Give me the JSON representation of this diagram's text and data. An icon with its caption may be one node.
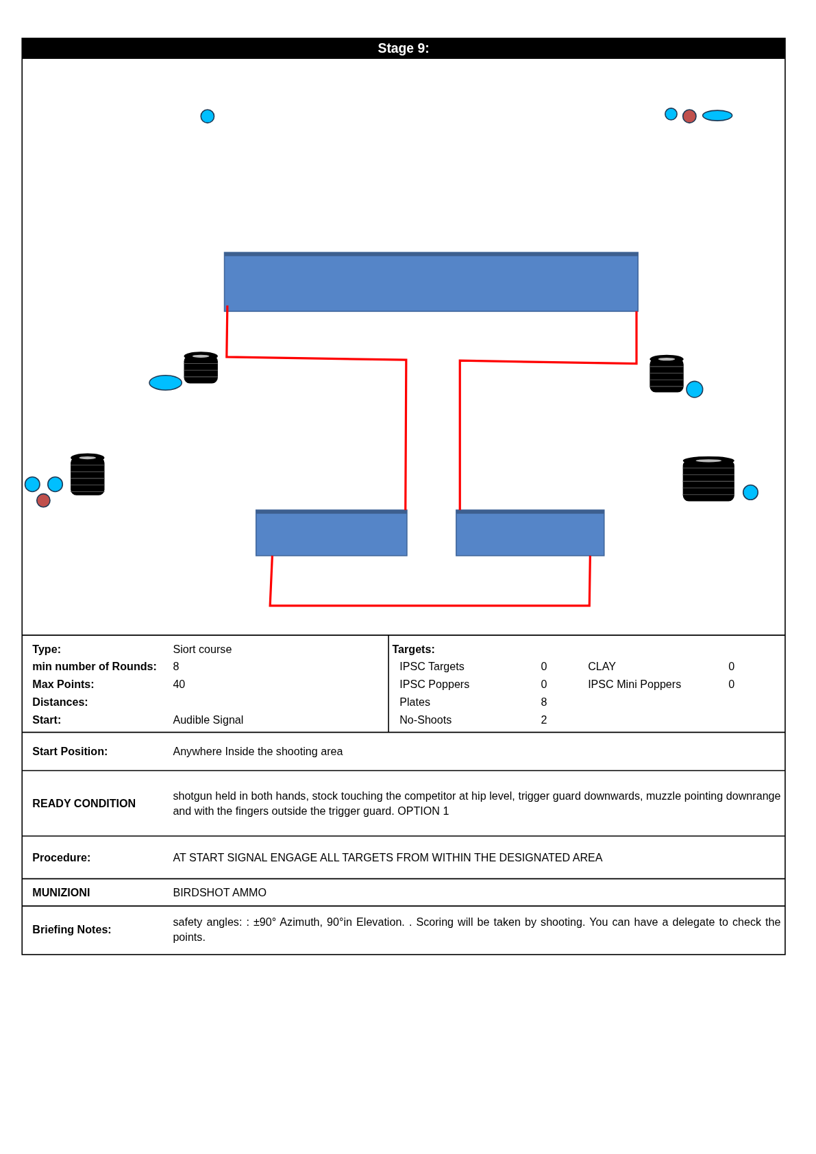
{
  "diagram": {
    "title": "Stage 9:",
    "labels": [
      "Type:",
      "Siort course",
      "Targets:",
      "min number of Rounds:",
      "8",
      "IPSC Targets",
      "0",
      "CLAY",
      "0",
      "Max Points:",
      "40",
      "IPSC Poppers",
      "0",
      "IPSC Mini Poppers",
      "0",
      "Distances:",
      "Plates",
      "8",
      "Start:",
      "Audible Signal",
      "No-Shoots",
      "2",
      "Start Position:",
      "Anywhere Inside the shooting area",
      "READY CONDITION",
      "shotgun held in both hands, stock touching the competitor at hip level, trigger guard downwards, muzzle pointing downrange and with the fingers outside the trigger guard. OPTION 1",
      "Procedure:",
      "AT START SIGNAL ENGAGE ALL TARGETS FROM WITHIN THE DESIGNATED AREA",
      "MUNIZIONI",
      "BIRDSHOT AMMO",
      "Briefing Notes:",
      "safety angles: : ±90° Azimuth, 90°in Elevation. . Scoring will be taken by shooting. You can have a delegate to check the points."
    ]
  }
}
